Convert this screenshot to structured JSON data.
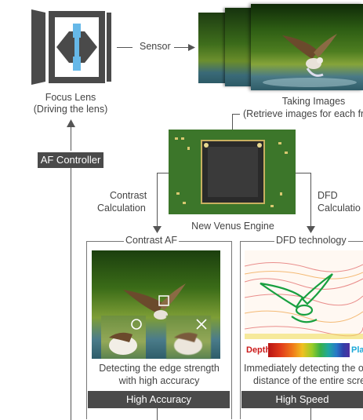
{
  "labels": {
    "sensor": "Sensor",
    "focus_lens_1": "Focus Lens",
    "focus_lens_2": "(Driving the lens)",
    "af_controller": "AF Controller",
    "taking_images_1": "Taking Images",
    "taking_images_2": "(Retrieve images for each fra",
    "contrast_calc_1": "Contrast",
    "contrast_calc_2": "Calculation",
    "dfd_calc_1": "DFD",
    "dfd_calc_2": "Calculatio",
    "engine": "New Venus Engine",
    "contrast_af": "Contrast AF",
    "dfd_tech": "DFD technology",
    "contrast_desc_1": "Detecting the edge strength",
    "contrast_desc_2": "with high accuracy",
    "dfd_desc_1": "Immediately detecting the obj",
    "dfd_desc_2": "distance of the entire scree",
    "depth": "Depth",
    "plane": "Pla",
    "high_accuracy": "High Accuracy",
    "high_speed": "High Speed"
  },
  "colors": {
    "badge": "#4a4a4a",
    "depth_red": "#cc1a1a",
    "plane_cyan": "#1aa8d8",
    "lens_blue": "#66b8e8"
  },
  "icons": {
    "ok": "circle-icon",
    "ng": "cross-icon"
  }
}
